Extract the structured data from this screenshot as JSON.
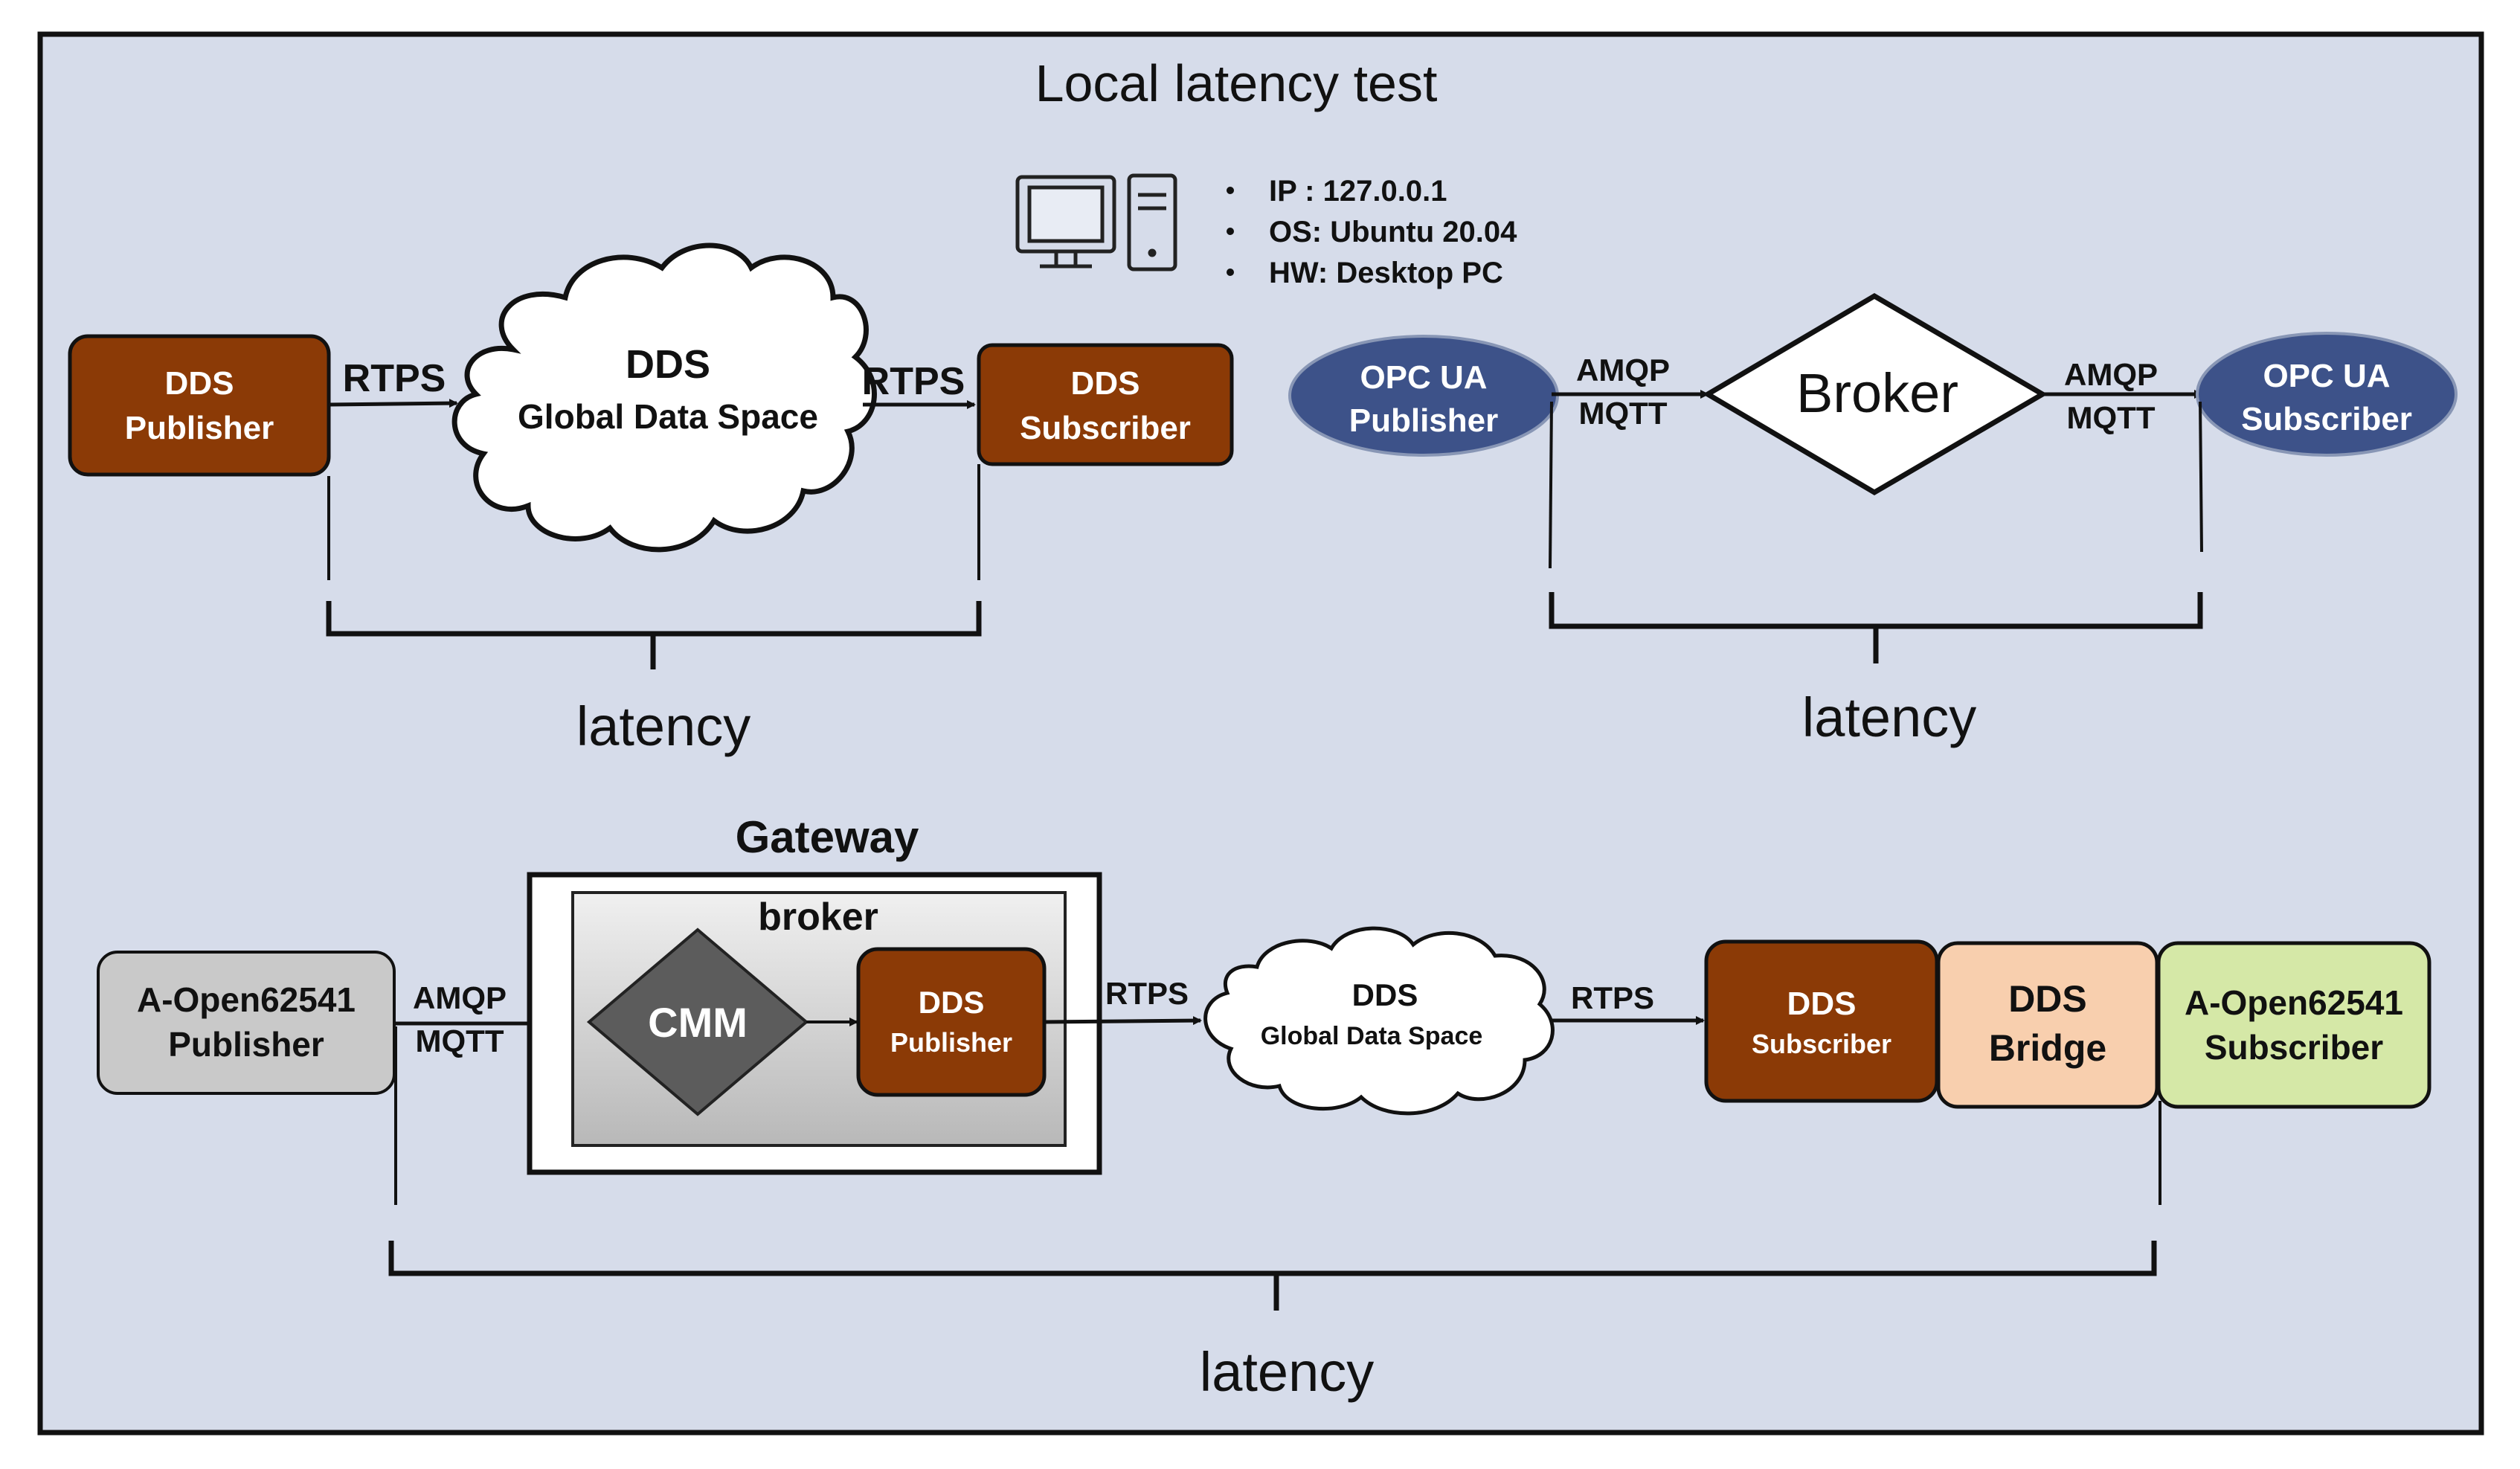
{
  "title": "Local latency test",
  "specs": [
    "IP : 127.0.0.1",
    "OS: Ubuntu 20.04",
    "HW: Desktop PC"
  ],
  "dds_section": {
    "publisher": [
      "DDS",
      "Publisher"
    ],
    "subscriber": [
      "DDS",
      "Subscriber"
    ],
    "cloud": [
      "DDS",
      "Global Data Space"
    ],
    "protocol_left": "RTPS",
    "protocol_right": "RTPS",
    "latency": "latency"
  },
  "opcua_section": {
    "publisher": [
      "OPC UA",
      "Publisher"
    ],
    "subscriber": [
      "OPC UA",
      "Subscriber"
    ],
    "broker": "Broker",
    "protocol_left": [
      "AMQP",
      "MQTT"
    ],
    "protocol_right": [
      "AMQP",
      "MQTT"
    ],
    "latency": "latency"
  },
  "gateway_section": {
    "gateway_title": "Gateway",
    "broker_title": "broker",
    "cmm": "CMM",
    "inner_publisher": [
      "DDS",
      "Publisher"
    ],
    "publisher": [
      "A-Open62541",
      "Publisher"
    ],
    "protocol_in": [
      "AMQP",
      "MQTT"
    ],
    "protocol_mid": "RTPS",
    "protocol_out": "RTPS",
    "cloud": [
      "DDS",
      "Global Data Space"
    ],
    "dds_subscriber": [
      "DDS",
      "Subscriber"
    ],
    "dds_bridge": [
      "DDS",
      "Bridge"
    ],
    "final_subscriber": [
      "A-Open62541",
      "Subscriber"
    ],
    "latency": "latency"
  },
  "colors": {
    "background": "#d6dcea",
    "dds_box": "#8b3a06",
    "opcua_ellipse": "#3d5289",
    "gray_box": "#c9c9c9",
    "bridge_box": "#f8cfae",
    "green_box": "#d5e8a7",
    "cmm_diamond": "#5c5c5c"
  }
}
